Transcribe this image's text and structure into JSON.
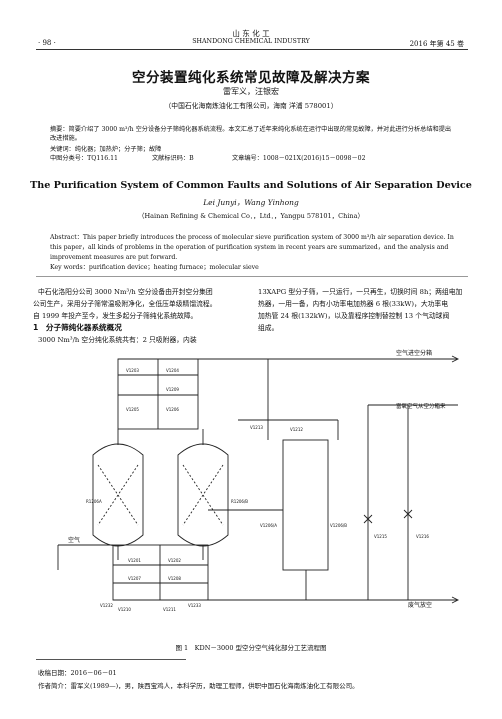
{
  "header": {
    "page_number": "· 98 ·",
    "journal_cn": "山 东 化 工",
    "journal_en": "SHANDONG CHEMICAL INDUSTRY",
    "issue": "2016 年第 45 卷"
  },
  "article": {
    "title_cn": "空分装置纯化系统常见故障及解决方案",
    "authors_cn": "雷军义，汪银宏",
    "affil_cn": "（中国石化海南炼油化工有限公司，海南 洋浦    578001）",
    "abstract_cn": "摘要：简要介绍了 3000 m³/h 空分设备分子筛纯化器系统流程。本文汇总了近年来纯化系统在运行中出现的常见故障，并对此进行分析总结和提出改进措施。",
    "keywords_cn": "关键词：纯化器；加热炉；分子筛；故障",
    "clc": "中图分类号：TQ116.11",
    "doc_code": "文献标识码：B",
    "article_no": "文章编号：1008－021X(2016)15－0098－02",
    "title_en": "The Purification System of Common Faults and Solutions of Air Separation Device",
    "authors_en": "Lei Junyi，Wang Yinhong",
    "affil_en": "（Hainan Refining & Chemical Co．，Ltd．，Yangpu    578101，China）",
    "abstract_en_l1": "Abstract：This paper briefly introduces the process of molecular sieve purification system of 3000 m³/h air separation device. In",
    "abstract_en_l2": "this paper，all kinds of problems in the operation of purification system in recent years are summarized，and the analysis and",
    "abstract_en_l3": "improvement measures are put forward.",
    "keywords_en": "Key words：purification device；heating furnace；molecular sieve",
    "body_left_1": "中石化洛阳分公司 3000 Nm³/h 空分设备由开封空分集团",
    "body_left_2": "公司生产，采用分子筛常温吸附净化，全低压单级精馏流程。",
    "body_left_3": "自 1999 年投产至今，发生多起分子筛纯化系统故障。",
    "section_1": "1　分子筛纯化器系统概况",
    "body_left_4": "3000 Nm³/h 空分纯化系统共有：2 只吸附器，内装",
    "body_right_1": "13XAPG 型分子筛，一只运行，一只再生，切换时间 8h；两组电加",
    "body_right_2": "热器，一用一备，内有小功率电加热器 6 根(33kW)，大功率电",
    "body_right_3": "加热管 24 根(132kW)，以及靠程序控制替控制 13 个气动球阀",
    "body_right_4": "组成。",
    "figure_caption": "图 1　KDN－3000 型空分空气纯化部分工艺流程图",
    "received": "收稿日期：2016－06－01",
    "bio": "作者简介：雷军义(1989—)，男，陕西宝鸡人，本科学历，助理工程师，供职中国石化海南炼油化工有限公司。"
  },
  "figure": {
    "label_air_to_cold_box": "空气进空分箱",
    "label_nitrogen_from_cold_box": "富氧空气从空分箱来",
    "label_air_in": "空气",
    "label_waste_vent": "废气放空",
    "valves": {
      "v1203": "V1203",
      "v1204": "V1204",
      "v1209": "V1209",
      "v1205": "V1205",
      "v1206": "V1206",
      "v1213": "V1213",
      "v1212": "V1212",
      "v1201": "V1201",
      "v1202": "V1202",
      "v1207": "V1207",
      "v1208": "V1208",
      "v1210": "V1210",
      "v1211": "V1211",
      "v1232": "V1232",
      "v1233": "V1233",
      "v1215": "V1215",
      "v1216": "V1216",
      "v1b": "V1206/B",
      "v1a": "V1206/A",
      "left_vessel": "R1206A",
      "right_vessel": "R1206/B"
    }
  }
}
